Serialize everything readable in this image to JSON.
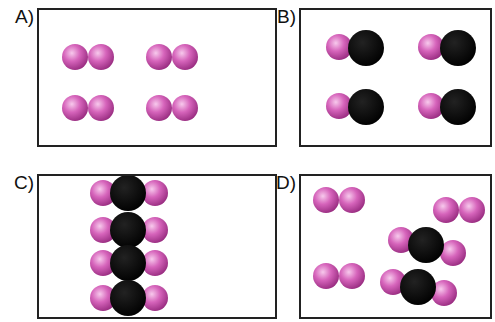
{
  "diagram": {
    "nodes": [
      {
        "text": [
          "A)"
        ]
      },
      {
        "text": [
          "B)"
        ]
      },
      {
        "text": [
          "C)"
        ]
      },
      {
        "text": [
          "D)"
        ]
      }
    ]
  }
}
